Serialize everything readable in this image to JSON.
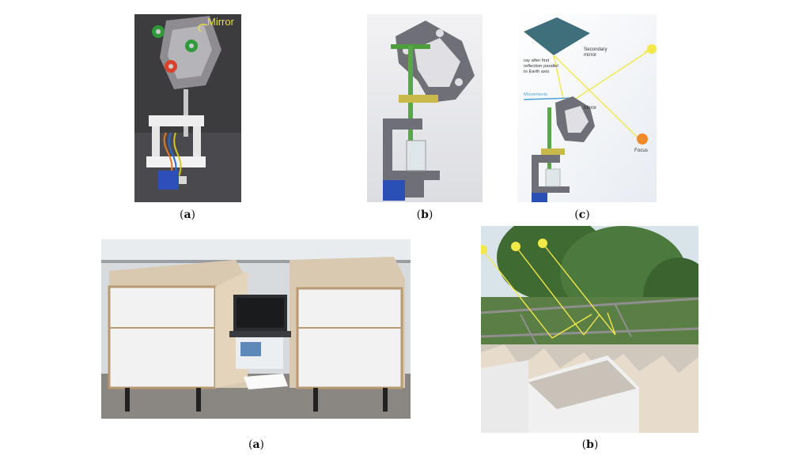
{
  "figure_top": {
    "a": {
      "label": "a",
      "annotation": "Mirror"
    },
    "b": {
      "label": "b"
    },
    "c": {
      "label": "c",
      "secondary_mirror": "Secondary\nmirror",
      "ray_text": "ray after first\nreflection parallel\nto Earth axis",
      "movements": "Movements",
      "mirror": "Mirror",
      "focus": "Focus"
    }
  },
  "figure_bottom": {
    "a": {
      "label": "a"
    },
    "b": {
      "label": "b"
    }
  },
  "colors": {
    "annotation_yellow": "#e8e23a",
    "ray_yellow": "#f2e84a",
    "focus_orange": "#f08a2a",
    "movement_blue": "#4aa3d8",
    "mirror_teal": "#3f6f7a"
  }
}
